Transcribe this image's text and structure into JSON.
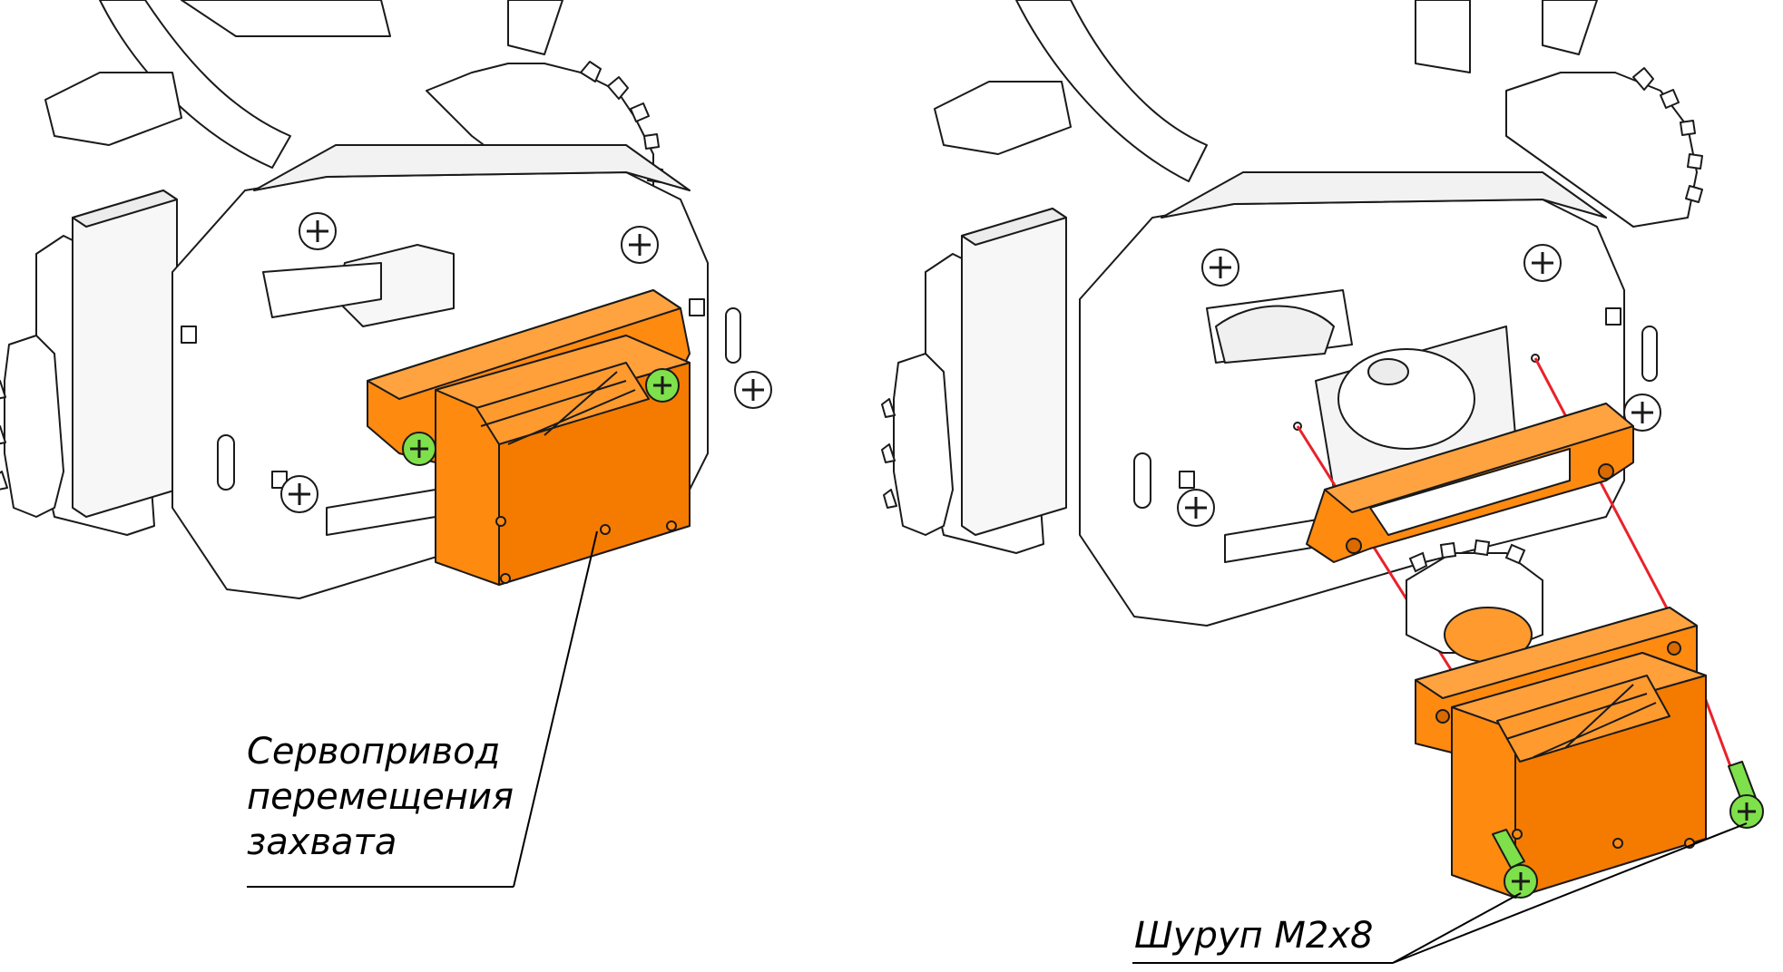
{
  "diagram": {
    "left_view": {
      "callout_lines": [
        "Сервопривод",
        "перемещения",
        "захвата"
      ]
    },
    "right_view": {
      "callout_lines": [
        "Шуруп М2х8"
      ]
    }
  },
  "colors": {
    "frame": "#ffffff",
    "frame_stroke": "#1a1a1a",
    "servo": "#ff8a10",
    "servo_dark": "#d96a00",
    "screw_green": "#7ee04a",
    "guide_red": "#e8222a"
  }
}
